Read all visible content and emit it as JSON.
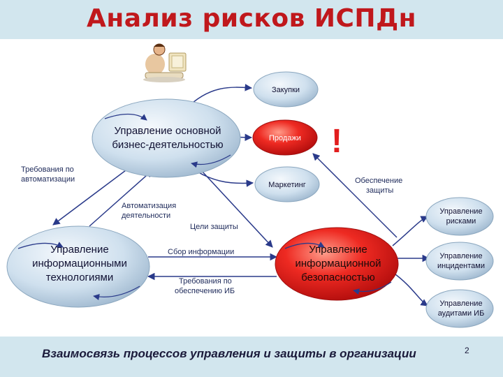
{
  "title": "Анализ рисков ИСПДн",
  "caption": "Взаимосвязь процессов управления и защиты в организации",
  "page_number": "2",
  "nodes": {
    "business": [
      "Управление основной",
      "бизнес-деятельностью"
    ],
    "it": [
      "Управление",
      "информационными",
      "технологиями"
    ],
    "security": [
      "Управление",
      "информационной",
      "безопасностью"
    ],
    "purchases": "Закупки",
    "sales": "Продажи",
    "marketing": "Маркетинг",
    "risk_mgmt": [
      "Управление",
      "рисками"
    ],
    "incident_mgmt": [
      "Управление",
      "инцидентами"
    ],
    "audit_mgmt": [
      "Управление",
      "аудитами ИБ"
    ]
  },
  "edge_labels": {
    "automation_requirements": [
      "Требования по",
      "автоматизации"
    ],
    "activity_automation": [
      "Автоматизация",
      "деятельности"
    ],
    "protection_goals": "Цели защиты",
    "info_collection": "Сбор информации",
    "ib_requirements": [
      "Требования по",
      "обеспечению ИБ"
    ],
    "protection_provision": [
      "Обеспечение",
      "защиты"
    ]
  },
  "alert_mark": "!",
  "colors": {
    "title": "#c0181c",
    "band": "#d2e6ee",
    "blue_fill": "#cfe0ee",
    "red_fill": "#e21e1e",
    "arrow": "#2a3a8a"
  }
}
